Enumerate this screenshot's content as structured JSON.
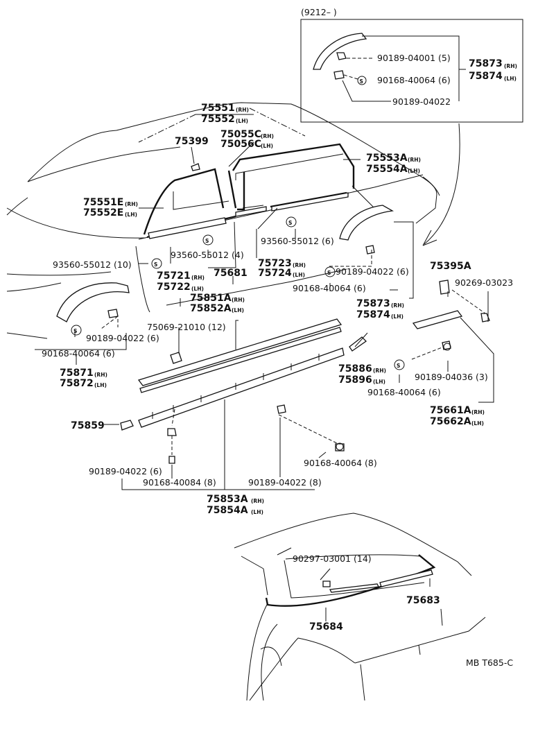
{
  "inset": {
    "label": "(9212–        )",
    "rh_pair": "75873",
    "lh_pair": "75874",
    "rh": "(RH)",
    "lh": "(LH)",
    "c1": "90189-04001 (5)",
    "c2": "90168-40064 (6)",
    "c3": "90189-04022"
  },
  "labels": {
    "l75551": "75551",
    "l75552": "75552",
    "l75055c": "75055C",
    "l75056c": "75056C",
    "l75399": "75399",
    "l75553a": "75553A",
    "l75554a": "75554A",
    "l75551e": "75551E",
    "l75552e": "75552E",
    "l93560a": "93560-55012 (6)",
    "l93560b": "93560-55012 (4)",
    "l93560c": "93560-55012 (10)",
    "l75721": "75721",
    "l75722": "75722",
    "l75681": "75681",
    "l75723": "75723",
    "l75724": "75724",
    "l90189a": "90189-04022 (6)",
    "l90168a": "90168-40064 (6)",
    "l75873": "75873",
    "l75874": "75874",
    "l75395a": "75395A",
    "l90269": "90269-03023",
    "l75851a": "75851A",
    "l75852a": "75852A",
    "l75069": "75069-21010 (12)",
    "l90189b": "90189-04022 (6)",
    "l90168b": "90168-40064 (6)",
    "l75871": "75871",
    "l75872": "75872",
    "l75886": "75886",
    "l75896": "75896",
    "l90189c": "90189-04036 (3)",
    "l90168c": "90168-40064 (6)",
    "l75661a": "75661A",
    "l75662a": "75662A",
    "l75859": "75859",
    "l90189d": "90189-04022 (6)",
    "l90168d": "90168-40084 (8)",
    "l90189e": "90189-04022 (8)",
    "l90168e": "90168-40064 (8)",
    "l75853a": "75853A",
    "l75854a": "75854A",
    "l90297": "90297-03001 (14)",
    "l75683": "75683",
    "l75684": "75684",
    "code": "MB T685-C",
    "rh": "(RH)",
    "lh": "(LH)",
    "s": "S"
  }
}
